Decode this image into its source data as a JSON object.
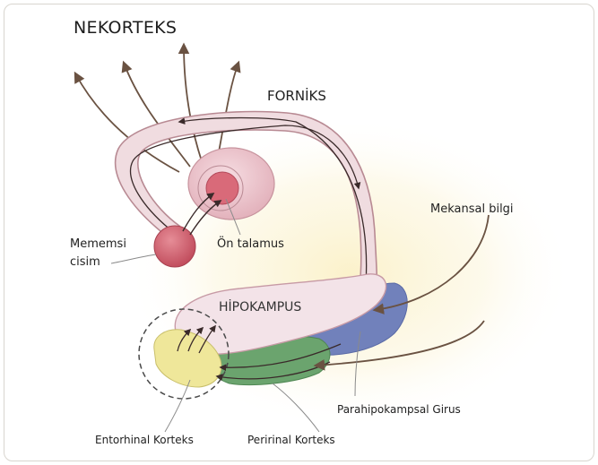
{
  "labels": {
    "neocortex": "NEKORTEKS",
    "fornix": "FORNİKS",
    "hippocampus": "HİPOKAMPUS",
    "spatial_info": "Mekansal bilgi",
    "mammillary_line1": "Mememsi",
    "mammillary_line2": "cisim",
    "anterior_thalamus": "Ön talamus",
    "parahippocampal": "Parahipokampsal Girus",
    "entorhinal": "Entorhinal Korteks",
    "perirhinal": "Peririnal Korteks"
  },
  "colors": {
    "fornix_fill": "#f0dce0",
    "fornix_edge": "#b88a93",
    "mammillary": "#cf5c6b",
    "thalamus": "#ecc5ce",
    "hippocampus": "#f3e3e8",
    "parahippocampal": "#6f7fba",
    "perirhinal": "#6ba46e",
    "entorhinal": "#efe79a",
    "arrow": "#6a5242",
    "glow": "#fbf4d3"
  }
}
